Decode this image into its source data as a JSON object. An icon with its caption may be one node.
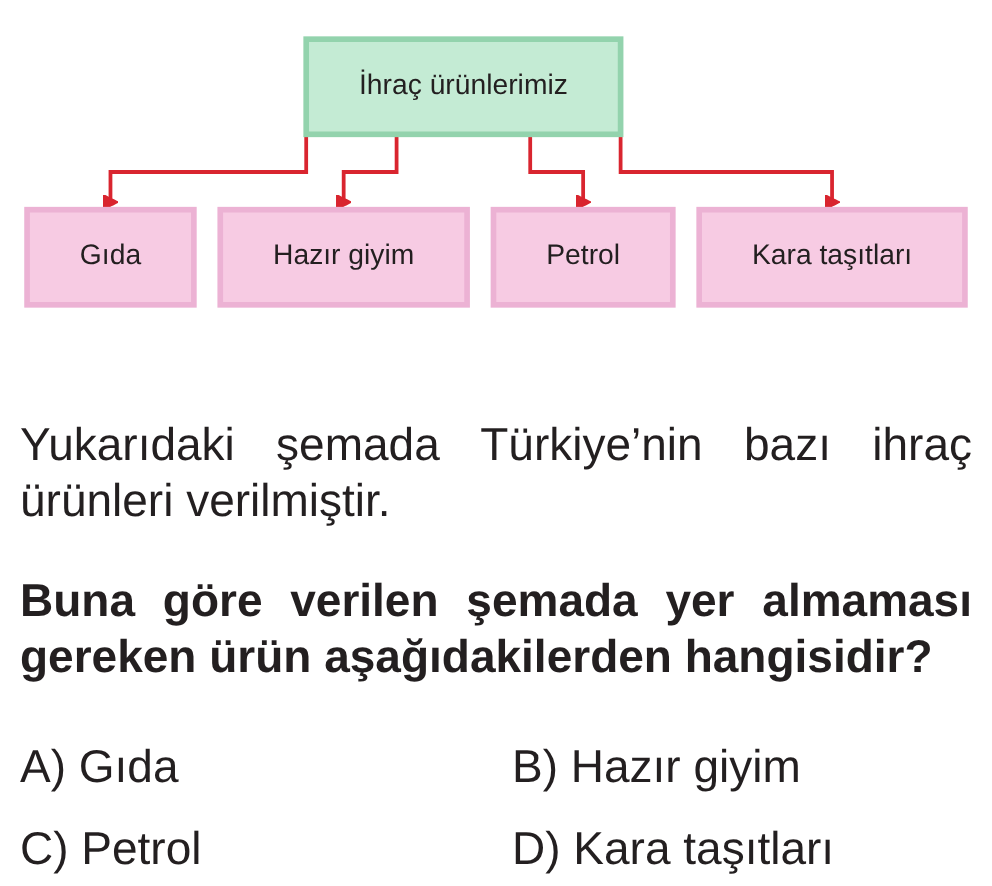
{
  "diagram": {
    "nodes": [
      {
        "text": [
          "İhraç ürünlerimiz"
        ]
      },
      {
        "text": [
          "Gıda"
        ]
      },
      {
        "text": [
          "Hazır giyim"
        ]
      },
      {
        "text": [
          "Petrol"
        ]
      },
      {
        "text": [
          "Kara taşıtları"
        ]
      }
    ],
    "edges": [
      {
        "from": 0,
        "to": 1,
        "arrow": "to"
      },
      {
        "from": 0,
        "to": 2,
        "arrow": "to"
      },
      {
        "from": 0,
        "to": 3,
        "arrow": "to"
      },
      {
        "from": 0,
        "to": 4,
        "arrow": "to"
      }
    ],
    "labels": [
      "Yukarıdaki şemada Türkiye’nin bazı ihraç ürünleri verilmiştir.",
      "Buna göre verilen şemada yer almaması gereken ürün aşağıdakilerden hangisidir?",
      "A) Gıda",
      "B) Hazır giyim",
      "C) Petrol",
      "D) Kara taşıtları"
    ]
  }
}
